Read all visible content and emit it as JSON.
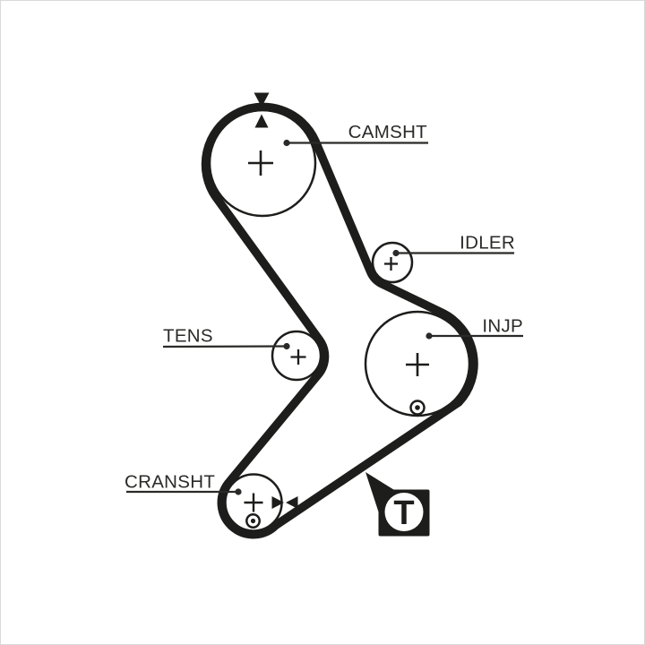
{
  "colors": {
    "ink": "#1d1d1b",
    "background": "#ffffff"
  },
  "labels": {
    "camshaft": "CAMSHT",
    "idler": "IDLER",
    "injection_pump": "INJP",
    "tensioner": "TENS",
    "crankshaft": "CRANSHT"
  },
  "marker": {
    "letter": "T"
  }
}
